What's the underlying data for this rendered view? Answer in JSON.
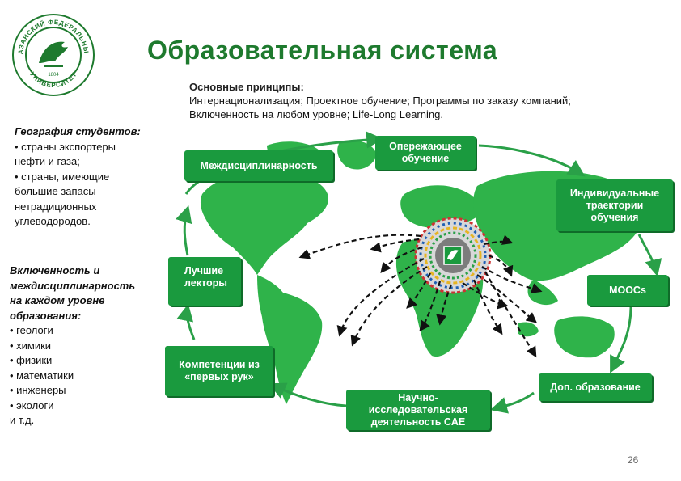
{
  "logo": {
    "arc_text": "КАЗАНСКИЙ ФЕДЕРАЛЬНЫЙ УНИВЕРСИТЕТ",
    "year": "1804"
  },
  "title": "Образовательная система",
  "principles": {
    "heading": "Основные принципы:",
    "text": "Интернационализация; Проектное обучение; Программы по заказу компаний; Включенность на любом уровне; Life-Long Learning."
  },
  "geography": {
    "heading": "География студентов:",
    "items": [
      "• страны экспортеры",
      "нефти и газа;",
      "• страны, имеющие",
      "большие запасы",
      "нетрадиционных",
      "углеводородов."
    ]
  },
  "inclusion": {
    "heading_lines": [
      "Включенность и",
      "междисциплинарность",
      "на каждом уровне",
      "образования:"
    ],
    "items": [
      "• геологи",
      "• химики",
      "• физики",
      "• математики",
      "• инженеры",
      "• экологи",
      "и т.д."
    ]
  },
  "boxes": {
    "interdisciplinarity": "Междисциплинарность",
    "advanced_learning_1": "Опережающее",
    "advanced_learning_2": "обучение",
    "individual_1": "Индивидуальные",
    "individual_2": "траектории",
    "individual_3": "обучения",
    "best_lecturers_1": "Лучшие",
    "best_lecturers_2": "лекторы",
    "moocs": "MOOCs",
    "competencies_1": "Компетенции из",
    "competencies_2": "«первых рук»",
    "additional_education": "Доп. образование",
    "research_1": "Научно-",
    "research_2": "исследовательская",
    "research_3": "деятельность CAE"
  },
  "page_number": "26",
  "colors": {
    "title_green": "#1e7a2e",
    "box_green": "#1a9a3e",
    "map_green": "#2fb34a",
    "ring_green": "#2aa048",
    "arrow_black": "#111111"
  }
}
